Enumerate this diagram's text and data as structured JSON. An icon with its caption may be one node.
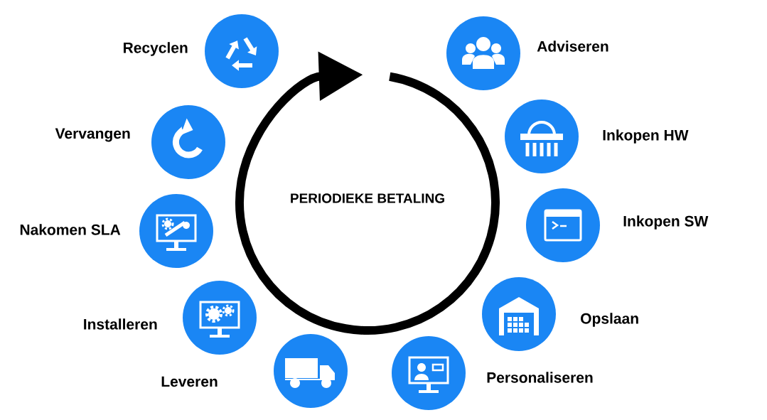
{
  "diagram": {
    "nodes": [
      {
        "text": [],
        "shape": "circle",
        "beside": [
          "Adviseren"
        ]
      },
      {
        "text": [],
        "shape": "circle",
        "beside": [
          "Inkopen HW"
        ]
      },
      {
        "text": [],
        "shape": "circle",
        "beside": [
          "Inkopen SW"
        ]
      },
      {
        "text": [],
        "shape": "circle",
        "beside": [
          "Opslaan"
        ]
      },
      {
        "text": [],
        "shape": "circle",
        "beside": [
          "Personaliseren"
        ]
      },
      {
        "text": [],
        "shape": "circle"
      },
      {
        "text": [],
        "shape": "circle",
        "beside": [
          "Installeren"
        ]
      },
      {
        "text": [],
        "shape": "circle",
        "beside": [
          "Nakomen SLA"
        ]
      },
      {
        "text": [],
        "shape": "circle",
        "beside": [
          "Vervangen"
        ]
      },
      {
        "text": [],
        "shape": "circle",
        "beside": [
          "Recyclen"
        ]
      }
    ],
    "labels": [
      "PERIODIEKE BETALING",
      "Leveren"
    ]
  }
}
